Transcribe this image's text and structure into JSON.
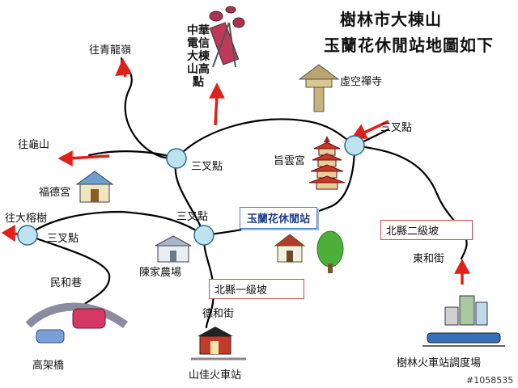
{
  "title": {
    "line1": "樹林市大棟山",
    "line2": "玉蘭花休閒站地圖如下"
  },
  "labels": {
    "tower": "中華電信大棟山高點",
    "to_qinglongling": "往青龍嶺",
    "to_guishan": "往龜山",
    "to_dashushu": "往大榕樹",
    "xukong_temple": "虛空禪寺",
    "zhiyun_temple": "旨雲宮",
    "fude_temple": "福德宮",
    "chen_farm": "陳家農場",
    "minhe_lane": "民和巷",
    "overpass": "高架橋",
    "dehe_street": "德和街",
    "shanjia_station": "山佳火車站",
    "donghe_street": "東和街",
    "shulin_yard": "樹林火車站調度場",
    "junction_1": "三叉點",
    "junction_2": "三叉點",
    "junction_3": "三叉點",
    "junction_4": "三叉點"
  },
  "boxes": {
    "yulan_station": "玉蘭花休閒站",
    "north_county_1": "北縣一級坡",
    "north_county_2": "北縣二級坡"
  },
  "photo_id": "#1058535",
  "colors": {
    "road": "#000000",
    "arrow": "#e0201a",
    "junction_fill": "#bfe3ee",
    "junction_stroke": "#2a6f8f"
  }
}
